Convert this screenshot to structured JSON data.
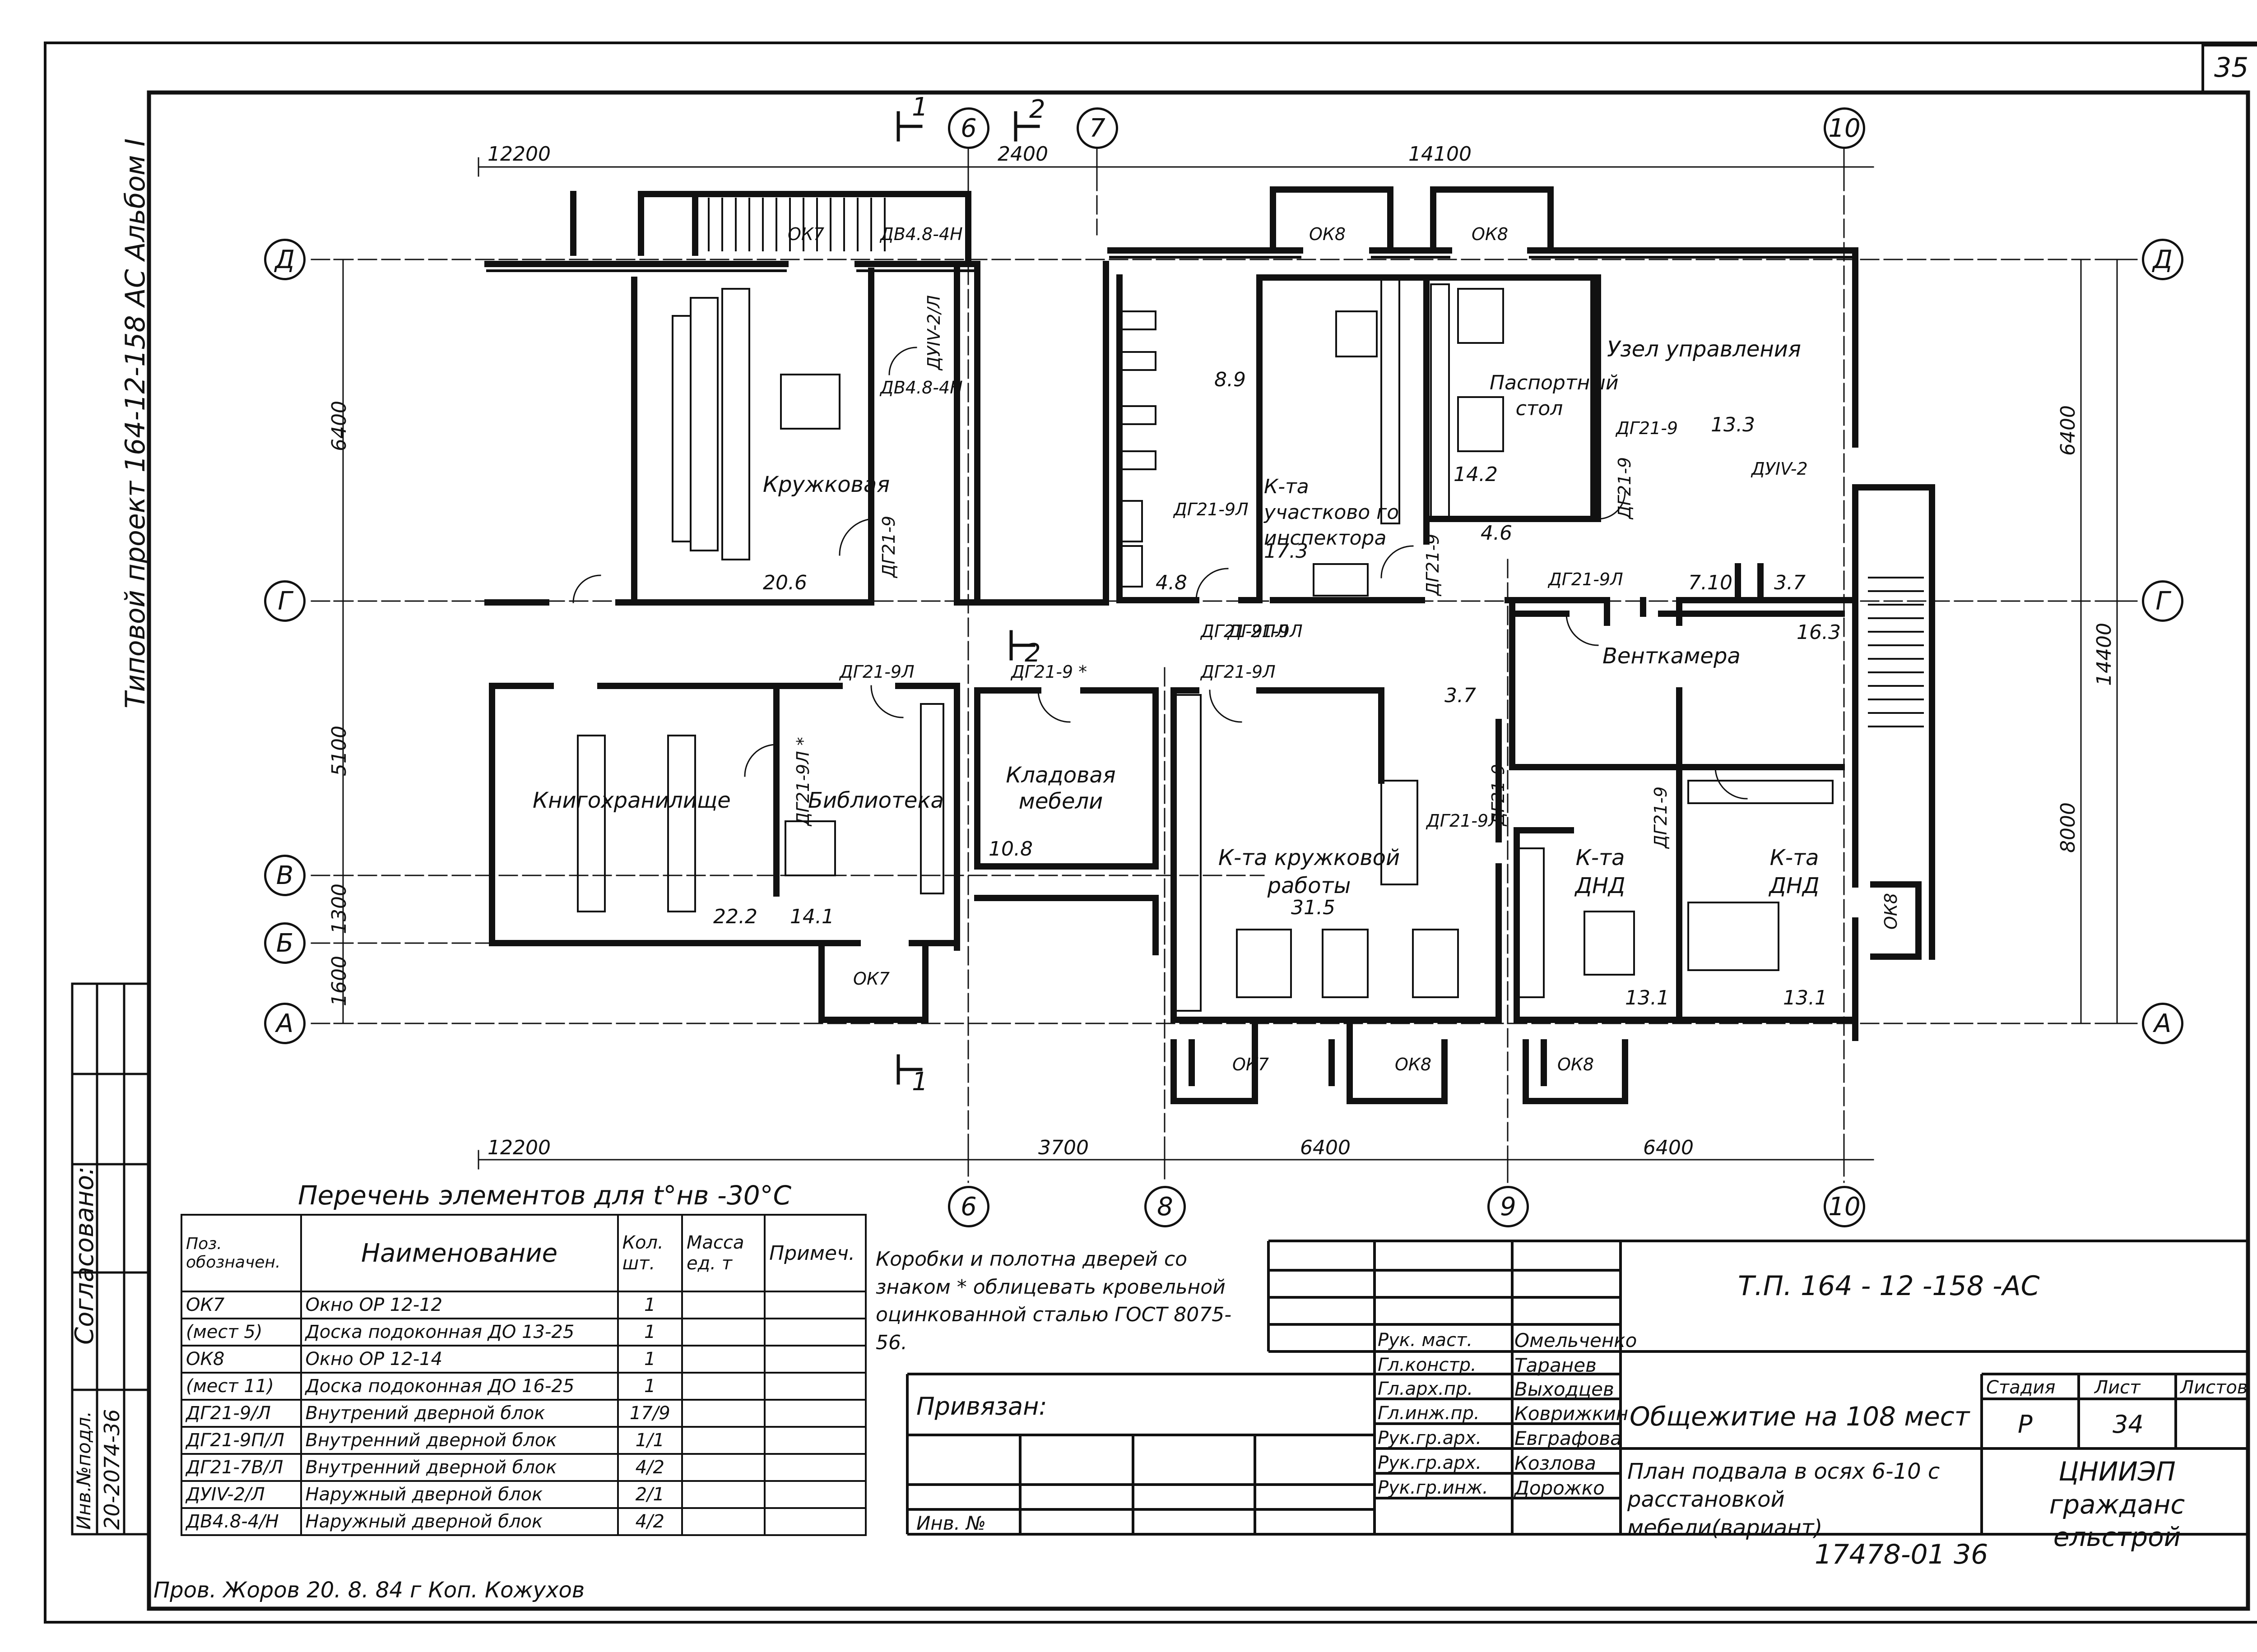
{
  "sheet": {
    "page_number": "35",
    "side_title": "Типовой проект 164-12-158 АС  Альбом I",
    "approved_label": "Согласовано:",
    "inv_label": "Инв.№подл.",
    "inv_value": "20-2074-36",
    "checked_note": "Пров.      Жоров     20. 8. 84 г  Коп. Кожухов"
  },
  "plan": {
    "axes_top": [
      "6",
      "7",
      "10"
    ],
    "axes_bottom": [
      "6",
      "8",
      "9",
      "10"
    ],
    "axes_rows": [
      "Д",
      "Г",
      "В",
      "Б",
      "А"
    ],
    "dims_top": [
      "12200",
      "2400",
      "14100"
    ],
    "dims_bottom": [
      "12200",
      "3700",
      "6400",
      "6400"
    ],
    "dims_left": [
      "6400",
      "5100",
      "1300",
      "1600"
    ],
    "dims_right": [
      "6400",
      "14400",
      "8000"
    ],
    "sections": [
      "1",
      "2",
      "2",
      "1"
    ],
    "rooms": [
      {
        "name": "Кружковая",
        "area": "20.6"
      },
      {
        "name": "Книгохранилище",
        "area": "22.2"
      },
      {
        "name": "Библиотека",
        "area": "14.1"
      },
      {
        "name": "Кладовая мебели",
        "area": "10.8"
      },
      {
        "name": "К-та участково го инспектора",
        "area": "17.3"
      },
      {
        "name": "Паспортный стол",
        "area": "14.2"
      },
      {
        "name": "Узел управления",
        "area": "13.3"
      },
      {
        "name": "Венткамера",
        "area": "16.3"
      },
      {
        "name": "К-та кружковой работы",
        "area": "31.5"
      },
      {
        "name": "К-та ДНД",
        "area": "13.1"
      },
      {
        "name": "К-та ДНД",
        "area": "13.1"
      }
    ],
    "small_areas": [
      "8.9",
      "4.8",
      "4.6",
      "7.10",
      "3.7",
      "3.7"
    ],
    "windows": [
      "ОК7",
      "ОК8",
      "ОК8",
      "ОК7",
      "ОК7",
      "ОК8",
      "ОК8",
      "ОК8"
    ],
    "doors": [
      "ДВ4.8-4Н",
      "ДВ4.8-4Н",
      "ДУIV-2/Л",
      "ДГ21-9",
      "ДГ21-9Л",
      "ДГ21-9Л",
      "ДГ21-9ПЛ",
      "ДГ21-9",
      "ДГ21-9",
      "ДГ21-9Л",
      "ДУIV-2",
      "ДГ21-9Л",
      "ДГ21-9Л",
      "ДГ21-9 *",
      "ДГ21-9Л",
      "ДГ21-9",
      "ДГ21-9",
      "ДГ21-9Л *",
      "ДГ21-9"
    ]
  },
  "spec": {
    "title": "Перечень элементов для t°нв -30°С",
    "headers": [
      "Поз. обозначен.",
      "Наименование",
      "Кол. шт.",
      "Масса ед. т",
      "Примеч."
    ],
    "rows": [
      {
        "pos": "ОК7",
        "name": "Окно ОР 12-12",
        "qty": "1"
      },
      {
        "pos": "(мест 5)",
        "name": "Доска подоконная ДО 13-25",
        "qty": "1"
      },
      {
        "pos": "ОК8",
        "name": "Окно ОР 12-14",
        "qty": "1"
      },
      {
        "pos": "(мест 11)",
        "name": "Доска подоконная ДО 16-25",
        "qty": "1"
      },
      {
        "pos": "ДГ21-9/Л",
        "name": "Внутрений дверной блок",
        "qty": "17/9"
      },
      {
        "pos": "ДГ21-9П/Л",
        "name": "Внутренний дверной блок",
        "qty": "1/1"
      },
      {
        "pos": "ДГ21-7В/Л",
        "name": "Внутренний дверной блок",
        "qty": "4/2"
      },
      {
        "pos": "ДУIV-2/Л",
        "name": "Наружный дверной блок",
        "qty": "2/1"
      },
      {
        "pos": "ДВ4.8-4/Н",
        "name": "Наружный дверной блок",
        "qty": "4/2"
      }
    ]
  },
  "note": "Коробки и полотна дверей со знаком * облицевать кровельной оцинкованной сталью ГОСТ 8075-56.",
  "title_block": {
    "project": "Т.П. 164 - 12 -158 -АС",
    "roles": [
      {
        "role": "Рук. маст.",
        "name": "Омельченко"
      },
      {
        "role": "Гл.констр.",
        "name": "Таранев"
      },
      {
        "role": "Гл.арх.пр.",
        "name": "Выходцев"
      },
      {
        "role": "Гл.инж.пр.",
        "name": "Коврижкин"
      },
      {
        "role": "Рук.гр.арх.",
        "name": "Евграфова"
      },
      {
        "role": "Рук.гр.арх.",
        "name": "Козлова"
      },
      {
        "role": "Рук.гр.инж.",
        "name": "Дорожко"
      }
    ],
    "bound_label": "Привязан:",
    "inv_label": "Инв. №",
    "object": "Общежитие на 108 мест",
    "stage_label": "Стадия",
    "sheet_label": "Лист",
    "sheets_label": "Листов",
    "stage": "Р",
    "sheet": "34",
    "description": "План подвала в осях 6-10 с расстановкой мебели(вариант)",
    "organization": "ЦНИИЭП гражданс ельстрой",
    "code": "17478-01  36"
  }
}
